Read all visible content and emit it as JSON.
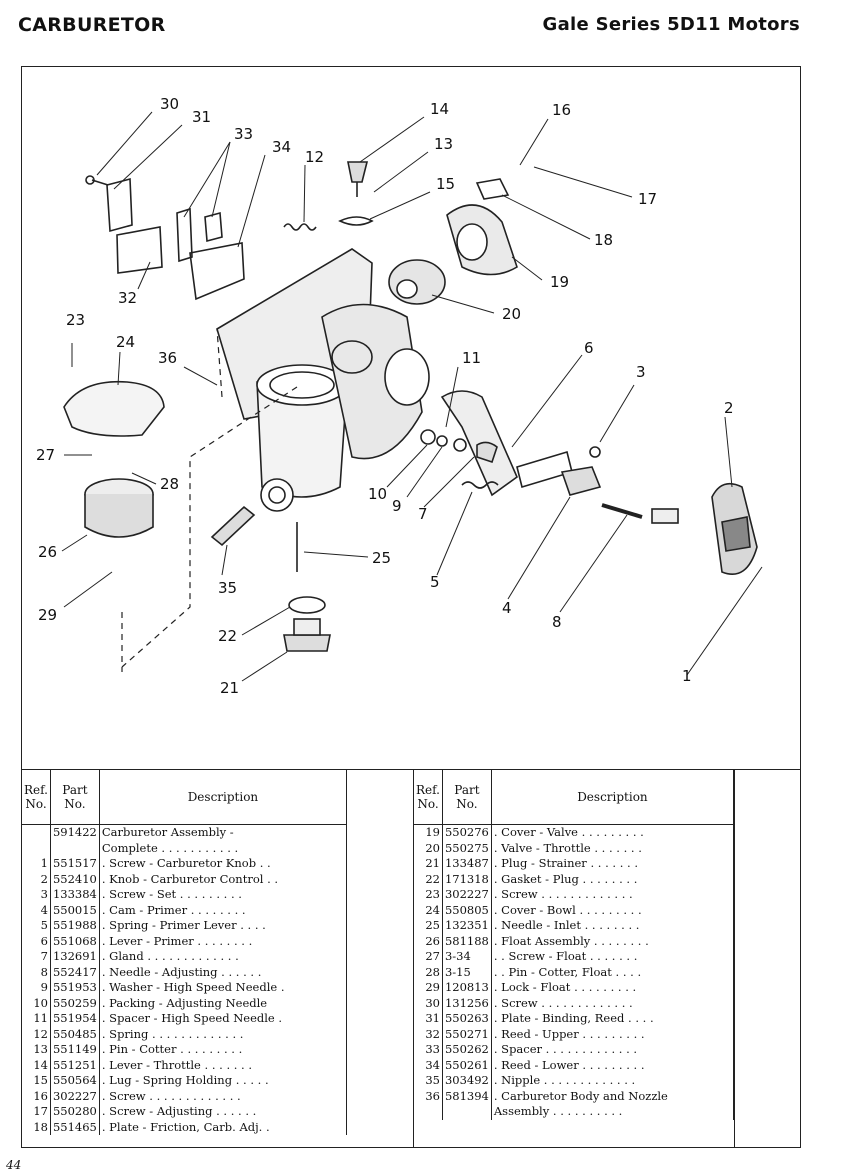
{
  "header": {
    "section": "CARBURETOR",
    "series": "Gale Series 5D11 Motors"
  },
  "page_number": "44",
  "callouts": [
    "30",
    "31",
    "33",
    "34",
    "12",
    "14",
    "13",
    "15",
    "16",
    "17",
    "18",
    "19",
    "20",
    "32",
    "23",
    "24",
    "36",
    "11",
    "6",
    "3",
    "2",
    "27",
    "28",
    "10",
    "9",
    "7",
    "5",
    "4",
    "8",
    "26",
    "35",
    "25",
    "29",
    "22",
    "21",
    "1"
  ],
  "table_headers": {
    "ref": "Ref. No.",
    "part": "Part No.",
    "desc": "Description"
  },
  "left_rows": [
    {
      "ref": "",
      "part": "591422",
      "desc": "Carburetor Assembly -"
    },
    {
      "ref": "",
      "part": "",
      "desc": "Complete . . . . . . . . . . ."
    },
    {
      "ref": "1",
      "part": "551517",
      "desc": ". Screw - Carburetor Knob . ."
    },
    {
      "ref": "2",
      "part": "552410",
      "desc": ". Knob - Carburetor Control . ."
    },
    {
      "ref": "3",
      "part": "133384",
      "desc": ". Screw - Set . . . . . . . . ."
    },
    {
      "ref": "4",
      "part": "550015",
      "desc": ". Cam - Primer . . . . . . . ."
    },
    {
      "ref": "5",
      "part": "551988",
      "desc": ". Spring - Primer Lever . . . ."
    },
    {
      "ref": "6",
      "part": "551068",
      "desc": ". Lever - Primer . . . . . . . ."
    },
    {
      "ref": "7",
      "part": "132691",
      "desc": ". Gland . . . . . . . . . . . . ."
    },
    {
      "ref": "8",
      "part": "552417",
      "desc": ". Needle - Adjusting . . . . . ."
    },
    {
      "ref": "9",
      "part": "551953",
      "desc": ". Washer - High Speed Needle ."
    },
    {
      "ref": "10",
      "part": "550259",
      "desc": ". Packing - Adjusting Needle"
    },
    {
      "ref": "11",
      "part": "551954",
      "desc": ". Spacer - High Speed Needle ."
    },
    {
      "ref": "12",
      "part": "550485",
      "desc": ". Spring . . . . . . . . . . . . ."
    },
    {
      "ref": "13",
      "part": "551149",
      "desc": ". Pin - Cotter . . . . . . . . ."
    },
    {
      "ref": "14",
      "part": "551251",
      "desc": ". Lever - Throttle . . . . . . ."
    },
    {
      "ref": "15",
      "part": "550564",
      "desc": ". Lug - Spring Holding . . . . ."
    },
    {
      "ref": "16",
      "part": "302227",
      "desc": ". Screw . . . . . . . . . . . . ."
    },
    {
      "ref": "17",
      "part": "550280",
      "desc": ". Screw - Adjusting . . . . . ."
    },
    {
      "ref": "18",
      "part": "551465",
      "desc": ". Plate - Friction, Carb. Adj. ."
    }
  ],
  "right_rows": [
    {
      "ref": "19",
      "part": "550276",
      "desc": ". Cover - Valve . . . . . . . . ."
    },
    {
      "ref": "20",
      "part": "550275",
      "desc": ". Valve - Throttle . . . . . . ."
    },
    {
      "ref": "21",
      "part": "133487",
      "desc": ". Plug - Strainer . . . . . . ."
    },
    {
      "ref": "22",
      "part": "171318",
      "desc": ". Gasket - Plug . . . . . . . ."
    },
    {
      "ref": "23",
      "part": "302227",
      "desc": ". Screw . . . . . . . . . . . . ."
    },
    {
      "ref": "24",
      "part": "550805",
      "desc": ". Cover - Bowl . . . . . . . . ."
    },
    {
      "ref": "25",
      "part": "132351",
      "desc": ". Needle - Inlet . . . . . . . ."
    },
    {
      "ref": "26",
      "part": "581188",
      "desc": ". Float Assembly . . . . . . . ."
    },
    {
      "ref": "27",
      "part": "3-34",
      "desc": ". . Screw - Float . . . . . . ."
    },
    {
      "ref": "28",
      "part": "3-15",
      "desc": ". . Pin - Cotter, Float . . . ."
    },
    {
      "ref": "29",
      "part": "120813",
      "desc": ". Lock - Float . . . . . . . . ."
    },
    {
      "ref": "30",
      "part": "131256",
      "desc": ". Screw . . . . . . . . . . . . ."
    },
    {
      "ref": "31",
      "part": "550263",
      "desc": ". Plate - Binding, Reed . . . ."
    },
    {
      "ref": "32",
      "part": "550271",
      "desc": ". Reed - Upper . . . . . . . . ."
    },
    {
      "ref": "33",
      "part": "550262",
      "desc": ". Spacer . . . . . . . . . . . . ."
    },
    {
      "ref": "34",
      "part": "550261",
      "desc": ". Reed - Lower . . . . . . . . ."
    },
    {
      "ref": "35",
      "part": "303492",
      "desc": ". Nipple . . . . . . . . . . . . ."
    },
    {
      "ref": "36",
      "part": "581394",
      "desc": ". Carburetor Body and Nozzle"
    },
    {
      "ref": "",
      "part": "",
      "desc": "Assembly . . . . . . . . . ."
    }
  ]
}
